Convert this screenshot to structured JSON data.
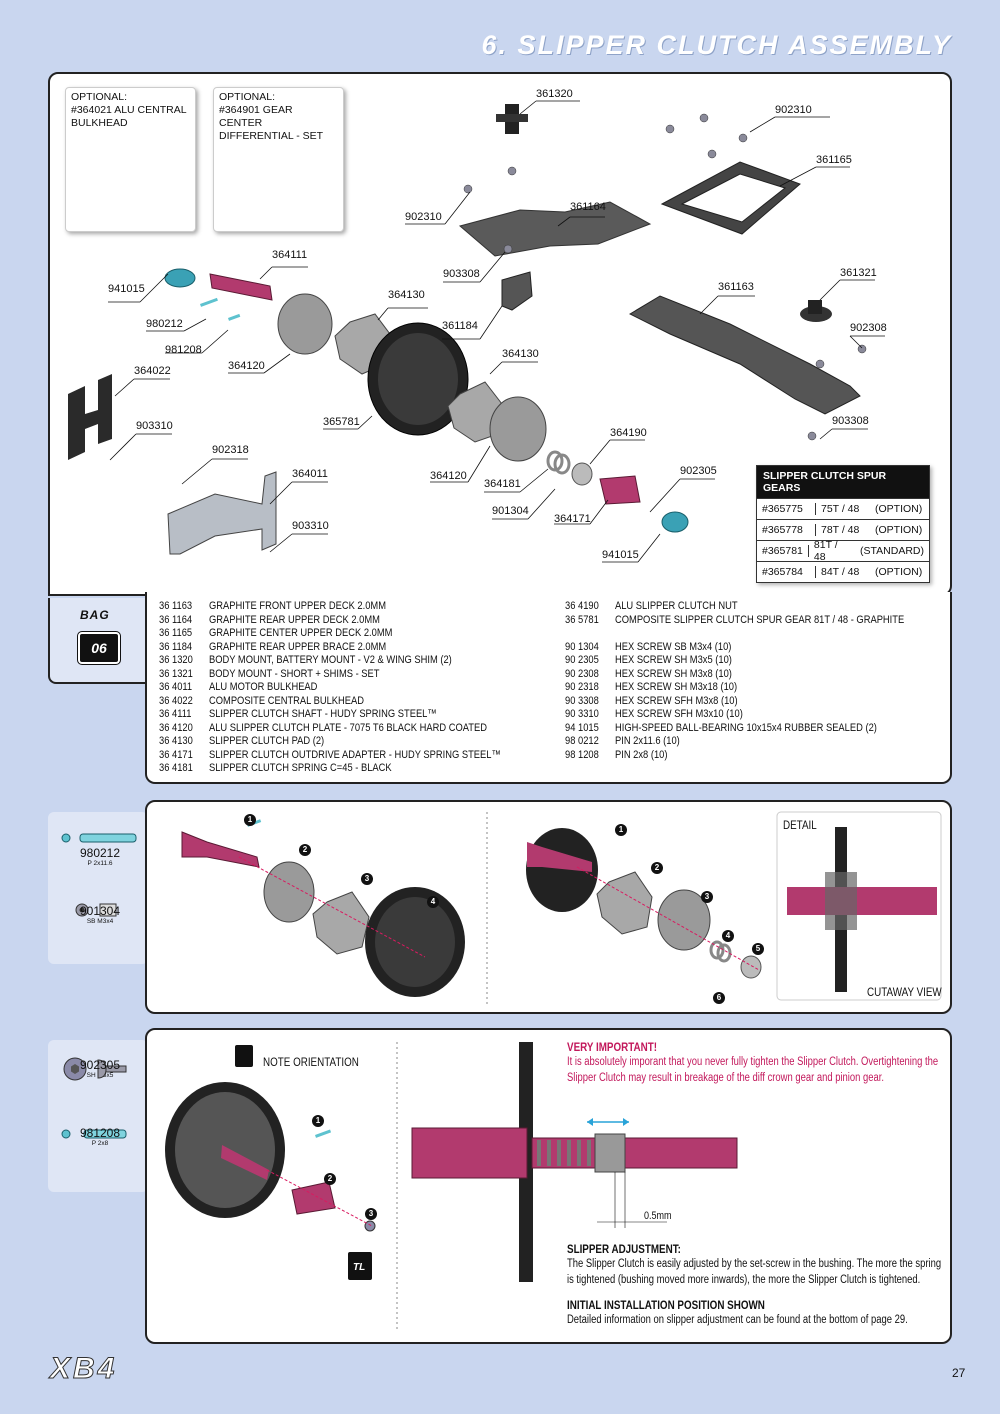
{
  "page": {
    "title": "6. SLIPPER CLUTCH ASSEMBLY",
    "page_number": "27",
    "logo_text": "XB4"
  },
  "optional_boxes": [
    {
      "line1": "OPTIONAL:",
      "line2": "#364021 ALU CENTRAL",
      "line3": "BULKHEAD"
    },
    {
      "line1": "OPTIONAL:",
      "line2": "#364901 GEAR CENTER",
      "line3": "DIFFERENTIAL - SET"
    }
  ],
  "callouts": [
    "361320",
    "902310",
    "361165",
    "902310",
    "361164",
    "364111",
    "941015",
    "903308",
    "364130",
    "361184",
    "361163",
    "361321",
    "980212",
    "902308",
    "981208",
    "364120",
    "364130",
    "364022",
    "365781",
    "903308",
    "903310",
    "364190",
    "902318",
    "364011",
    "364120",
    "902305",
    "364181",
    "901304",
    "903310",
    "364171",
    "941015"
  ],
  "gear_table": {
    "header": "SLIPPER CLUTCH SPUR GEARS",
    "rows": [
      {
        "part": "#365775",
        "teeth": "75T / 48",
        "note": "(OPTION)"
      },
      {
        "part": "#365778",
        "teeth": "78T / 48",
        "note": "(OPTION)"
      },
      {
        "part": "#365781",
        "teeth": "81T / 48",
        "note": "(STANDARD)"
      },
      {
        "part": "#365784",
        "teeth": "84T / 48",
        "note": "(OPTION)"
      }
    ]
  },
  "bag": {
    "label": "BAG",
    "number": "06"
  },
  "parts_left": [
    {
      "code": "36 1163",
      "desc": "GRAPHITE FRONT UPPER DECK 2.0MM"
    },
    {
      "code": "36 1164",
      "desc": "GRAPHITE REAR UPPER DECK 2.0MM"
    },
    {
      "code": "36 1165",
      "desc": "GRAPHITE CENTER UPPER DECK 2.0MM"
    },
    {
      "code": "36 1184",
      "desc": "GRAPHITE REAR UPPER BRACE 2.0MM"
    },
    {
      "code": "36 1320",
      "desc": "BODY MOUNT, BATTERY MOUNT - V2 & WING SHIM (2)"
    },
    {
      "code": "36 1321",
      "desc": "BODY MOUNT - SHORT + SHIMS - SET"
    },
    {
      "code": "36 4011",
      "desc": "ALU MOTOR BULKHEAD"
    },
    {
      "code": "36 4022",
      "desc": "COMPOSITE CENTRAL BULKHEAD"
    },
    {
      "code": "36 4111",
      "desc": "SLIPPER CLUTCH SHAFT - HUDY SPRING STEEL™"
    },
    {
      "code": "36 4120",
      "desc": "ALU SLIPPER CLUTCH PLATE - 7075 T6 BLACK HARD COATED"
    },
    {
      "code": "36 4130",
      "desc": "SLIPPER CLUTCH PAD (2)"
    },
    {
      "code": "36 4171",
      "desc": "SLIPPER CLUTCH OUTDRIVE ADAPTER - HUDY SPRING STEEL™"
    },
    {
      "code": "36 4181",
      "desc": "SLIPPER CLUTCH SPRING C=45 - BLACK"
    }
  ],
  "parts_right": [
    {
      "code": "36 4190",
      "desc": "ALU SLIPPER CLUTCH NUT"
    },
    {
      "code": "36 5781",
      "desc": "COMPOSITE SLIPPER CLUTCH SPUR GEAR 81T / 48 - GRAPHITE"
    },
    {
      "code": "",
      "desc": ""
    },
    {
      "code": "90 1304",
      "desc": "HEX SCREW SB M3x4 (10)"
    },
    {
      "code": "90 2305",
      "desc": "HEX SCREW SH M3x5 (10)"
    },
    {
      "code": "90 2308",
      "desc": "HEX SCREW SH M3x8 (10)"
    },
    {
      "code": "90 2318",
      "desc": "HEX SCREW SH M3x18 (10)"
    },
    {
      "code": "90 3308",
      "desc": "HEX SCREW SFH M3x8 (10)"
    },
    {
      "code": "90 3310",
      "desc": "HEX SCREW SFH M3x10 (10)"
    },
    {
      "code": "94 1015",
      "desc": "HIGH-SPEED BALL-BEARING 10x15x4 RUBBER SEALED (2)"
    },
    {
      "code": "98 0212",
      "desc": "PIN 2x11.6 (10)"
    },
    {
      "code": "98 1208",
      "desc": "PIN 2x8 (10)"
    }
  ],
  "step1_side": [
    {
      "code": "980212",
      "size": "P 2x11.6"
    },
    {
      "code": "901304",
      "size": "SB M3x4"
    }
  ],
  "step1": {
    "detail_label": "DETAIL",
    "cutaway_label": "CUTAWAY VIEW",
    "steps_a": [
      "1",
      "2",
      "3",
      "4"
    ],
    "steps_b": [
      "1",
      "2",
      "3",
      "4",
      "5",
      "6"
    ]
  },
  "step2_side": [
    {
      "code": "902305",
      "size": "SH M3x5"
    },
    {
      "code": "981208",
      "size": "P 2x8"
    }
  ],
  "step2": {
    "note_orientation": "NOTE ORIENTATION",
    "steps": [
      "1",
      "2",
      "3"
    ],
    "tl_label": "TL",
    "very_important_title": "VERY IMPORTANT!",
    "very_important_text": "It is absolutely imporant that you never fully tighten the Slipper Clutch. Overtightening the Slipper Clutch may result in breakage of the diff crown gear and pinion gear.",
    "dimension": "0.5mm",
    "adjust_title": "SLIPPER ADJUSTMENT:",
    "adjust_text": "The Slipper Clutch is easily adjusted by the set-screw in the bushing. The more the spring is tightened (bushing moved more inwards), the more the Slipper Clutch is tightened.",
    "initial_title": "INITIAL INSTALLATION POSITION SHOWN",
    "initial_text": "Detailed information on slipper adjustment can be found at the bottom of page 29."
  }
}
